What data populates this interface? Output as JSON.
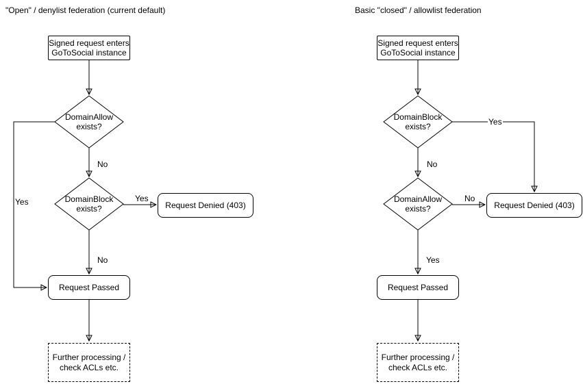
{
  "left": {
    "title": "\"Open\" / denylist federation (current default)",
    "entry": "Signed request enters\nGoToSocial instance",
    "decision1": "DomainAllow\nexists?",
    "decision2": "DomainBlock\nexists?",
    "denied": "Request Denied (403)",
    "passed": "Request Passed",
    "further": "Further processing /\ncheck ACLs etc.",
    "label_decision1_no": "No",
    "label_decision1_yes": "Yes",
    "label_decision2_yes": "Yes",
    "label_decision2_no": "No"
  },
  "right": {
    "title": "Basic \"closed\" / allowlist federation",
    "entry": "Signed request enters\nGoToSocial instance",
    "decision1": "DomainBlock\nexists?",
    "decision2": "DomainAllow\nexists?",
    "denied": "Request Denied (403)",
    "passed": "Request Passed",
    "further": "Further processing /\ncheck ACLs etc.",
    "label_decision1_yes": "Yes",
    "label_decision1_no": "No",
    "label_decision2_no": "No",
    "label_decision2_yes": "Yes"
  }
}
